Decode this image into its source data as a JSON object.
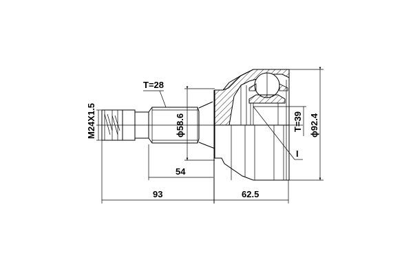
{
  "drawing": {
    "subject": "CV joint outer (drive shaft joint) dimension drawing",
    "colors": {
      "line": "#000000",
      "background": "#ffffff"
    },
    "dimensions": {
      "thread": "M24X1.5",
      "spline_teeth_shaft": "T=28",
      "shaft_length": "54",
      "seal_diameter": "ϕ58.6",
      "overall_shaft_side": "93",
      "bell_length": "62.5",
      "spline_teeth_inner": "T=39",
      "outer_diameter": "ϕ92.4",
      "leader_mark": "I"
    }
  }
}
